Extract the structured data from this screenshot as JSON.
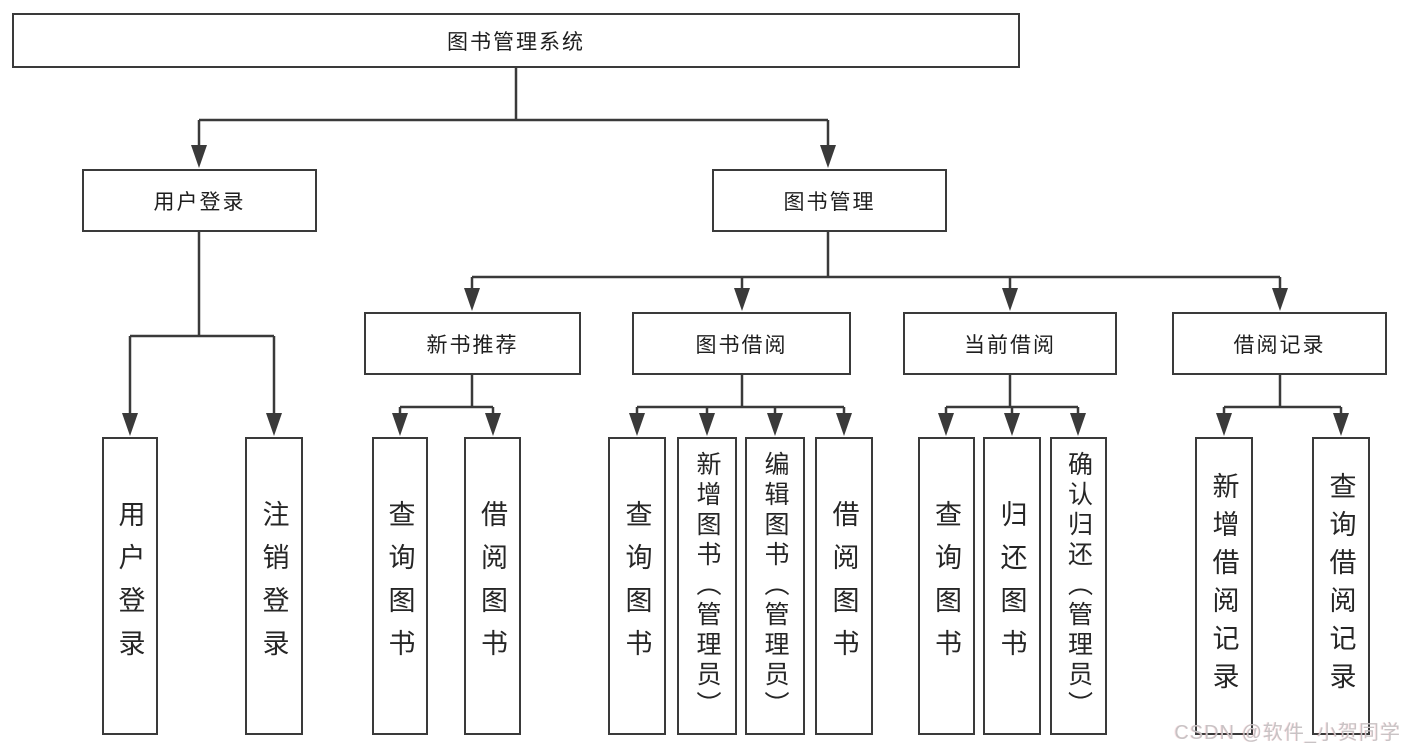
{
  "diagram": {
    "root": {
      "label": "图书管理系统"
    },
    "level1": [
      {
        "id": "user-login",
        "label": "用户登录"
      },
      {
        "id": "book-management",
        "label": "图书管理"
      }
    ],
    "level2": [
      {
        "id": "new-book-recommend",
        "label": "新书推荐"
      },
      {
        "id": "book-borrowing",
        "label": "图书借阅"
      },
      {
        "id": "current-borrowing",
        "label": "当前借阅"
      },
      {
        "id": "borrow-records",
        "label": "借阅记录"
      }
    ],
    "leaves": [
      {
        "label": "用户登录"
      },
      {
        "label": "注销登录"
      },
      {
        "label": "查询图书"
      },
      {
        "label": "借阅图书"
      },
      {
        "label": "查询图书"
      },
      {
        "label": "新增图书（管理员）"
      },
      {
        "label": "编辑图书（管理员）"
      },
      {
        "label": "借阅图书"
      },
      {
        "label": "查询图书"
      },
      {
        "label": "归还图书"
      },
      {
        "label": "确认归还（管理员）"
      },
      {
        "label": "新增借阅记录"
      },
      {
        "label": "查询借阅记录"
      }
    ],
    "watermark": "CSDN @软件_小贺同学",
    "colors": {
      "line": "#3a3a3a",
      "text": "#1e1e1e",
      "background": "#ffffff",
      "watermark": "#c8c3c5"
    }
  }
}
